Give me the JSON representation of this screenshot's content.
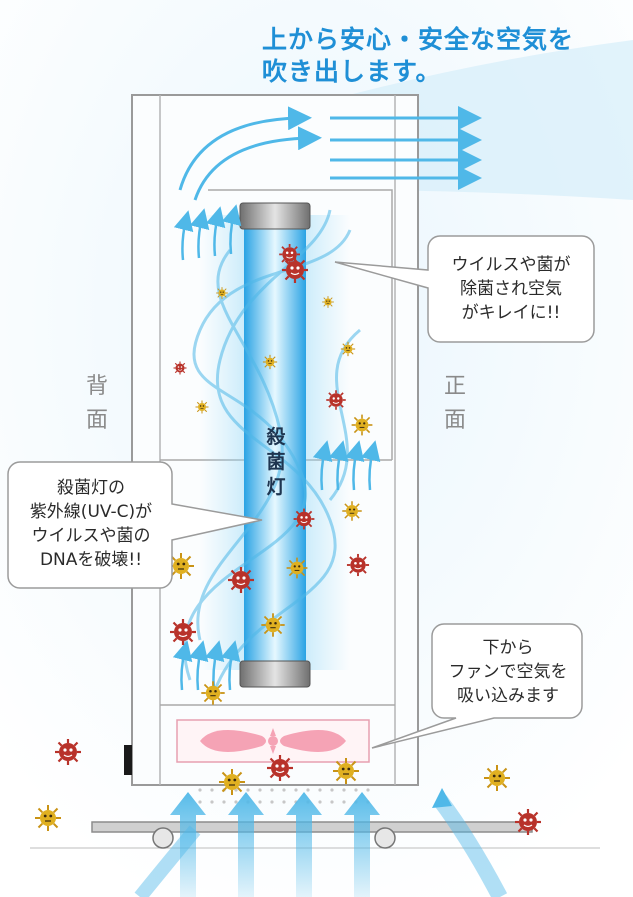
{
  "headline": {
    "line1": "上から安心・安全な空気を",
    "line2": "吹き出します。"
  },
  "side_labels": {
    "back": [
      "背",
      "面"
    ],
    "front": [
      "正",
      "面"
    ]
  },
  "lamp_label": [
    "殺",
    "菌",
    "灯"
  ],
  "callouts": {
    "purified": [
      "ウイルスや菌が",
      "除菌され空気",
      "がキレイに!!"
    ],
    "uv": [
      "殺菌灯の",
      "紫外線(UV-C)が",
      "ウイルスや菌の",
      "DNAを破壊!!"
    ],
    "intake": [
      "下から",
      "ファンで空気を",
      "吸い込みます"
    ]
  },
  "colors": {
    "headline": "#1f8fd6",
    "airflow": "#4fb8e8",
    "lamp_glow": "#7fd0f5",
    "fan": "#f5a3b5",
    "germ_red": "#c0392b",
    "germ_yellow": "#e6b422",
    "cabinet_outline": "#9a9a9a"
  },
  "icons": [
    "germ-icon",
    "fan-icon",
    "uv-lamp-icon",
    "airflow-arrow-icon"
  ]
}
